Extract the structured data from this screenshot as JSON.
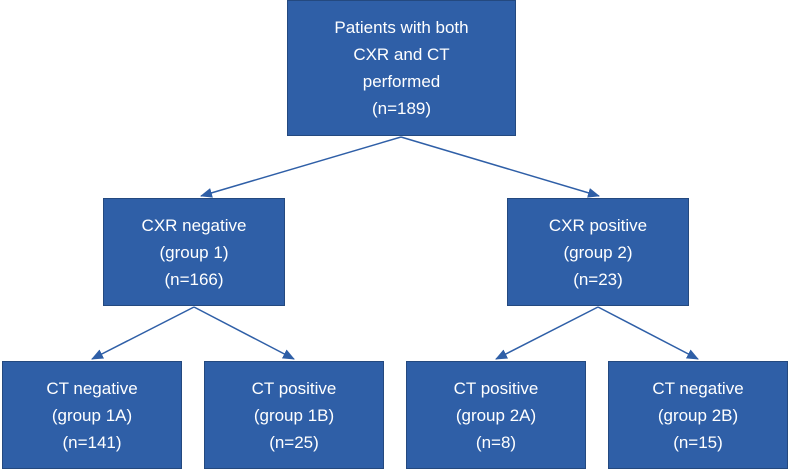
{
  "nodes": {
    "root": {
      "lines": [
        "Patients with both",
        "CXR and CT",
        "performed",
        "(n=189)"
      ]
    },
    "group1": {
      "lines": [
        "CXR negative",
        "(group 1)",
        "(n=166)"
      ]
    },
    "group2": {
      "lines": [
        "CXR positive",
        "(group 2)",
        "(n=23)"
      ]
    },
    "group1a": {
      "lines": [
        "CT negative",
        "(group 1A)",
        "(n=141)"
      ]
    },
    "group1b": {
      "lines": [
        "CT positive",
        "(group 1B)",
        "(n=25)"
      ]
    },
    "group2a": {
      "lines": [
        "CT positive",
        "(group 2A)",
        "(n=8)"
      ]
    },
    "group2b": {
      "lines": [
        "CT negative",
        "(group 2B)",
        "(n=15)"
      ]
    }
  },
  "colors": {
    "box_fill": "#2f5fa7",
    "box_border": "#24497f",
    "arrow": "#2f5fa7",
    "text": "#ffffff"
  }
}
